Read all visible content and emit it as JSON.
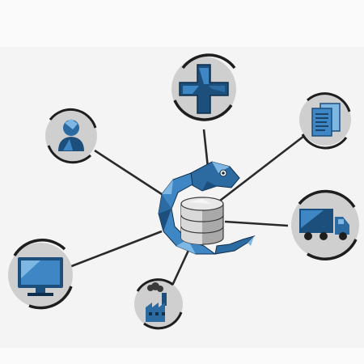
{
  "palette": {
    "node_fill": "#cfcfcf",
    "node_ring": "#1e1e1e",
    "connector": "#2a2a2a",
    "icon_dark": "#1d4f7c",
    "icon_mid": "#3f86c4",
    "icon_light": "#7fb7e4",
    "db_light": "#d9d9d9",
    "db_mid": "#a9a9a9",
    "db_dark": "#6e6e6e"
  },
  "hub": {
    "icons": [
      "chameleon-mascot",
      "database-cylinder"
    ]
  },
  "nodes": [
    {
      "id": "health",
      "icon": "medical-cross-icon"
    },
    {
      "id": "user",
      "icon": "user-avatar-icon"
    },
    {
      "id": "documents",
      "icon": "documents-icon"
    },
    {
      "id": "computer",
      "icon": "monitor-icon"
    },
    {
      "id": "factory",
      "icon": "factory-icon"
    },
    {
      "id": "logistics",
      "icon": "delivery-truck-icon"
    }
  ]
}
